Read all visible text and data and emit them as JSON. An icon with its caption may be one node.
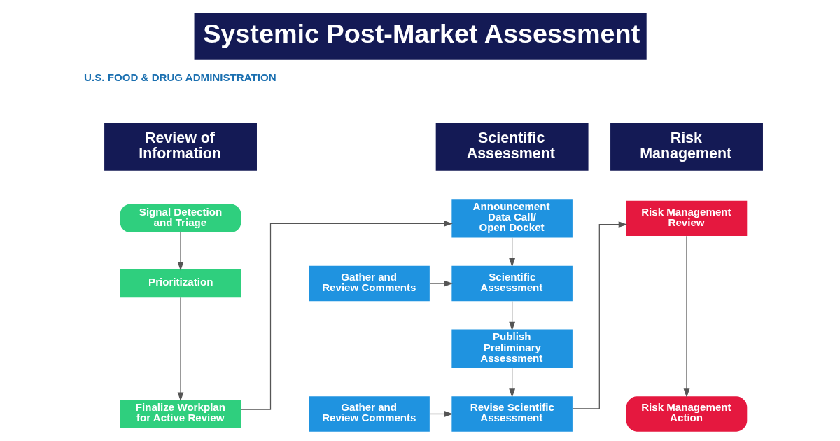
{
  "diagram": {
    "title": "Systemic Post-Market Assessment",
    "nodes": [
      {
        "text": [
          "Review of Information"
        ]
      },
      {
        "text": [
          "Scientific Assessment"
        ]
      },
      {
        "text": [
          "Risk Management"
        ]
      },
      {
        "text": [
          "Signal Detection and Triage"
        ]
      },
      {
        "text": [
          "Prioritization"
        ]
      },
      {
        "text": [
          "Finalize Workplan for Active Review"
        ]
      },
      {
        "text": [
          "Announcement Data Call/ Open Docket"
        ]
      },
      {
        "text": [
          "Gather and Review Comments"
        ]
      },
      {
        "text": [
          "Scientific Assessment"
        ]
      },
      {
        "text": [
          "Publish Preliminary Assessment"
        ]
      },
      {
        "text": [
          "Gather and Review Comments"
        ]
      },
      {
        "text": [
          "Revise Scientific Assessment"
        ]
      },
      {
        "text": [
          "Risk Management Review"
        ]
      },
      {
        "text": [
          "Risk Management Action"
        ]
      }
    ],
    "edges": [
      {
        "from": 3,
        "to": 4,
        "arrow": "to"
      },
      {
        "from": 4,
        "to": 5,
        "arrow": "to"
      },
      {
        "from": 5,
        "to": 6,
        "arrow": "to"
      },
      {
        "from": 6,
        "to": 8,
        "arrow": "to"
      },
      {
        "from": 7,
        "to": 8,
        "arrow": "to"
      },
      {
        "from": 8,
        "to": 9,
        "arrow": "to"
      },
      {
        "from": 9,
        "to": 11,
        "arrow": "to"
      },
      {
        "from": 10,
        "to": 11,
        "arrow": "to"
      },
      {
        "from": 11,
        "to": 12,
        "arrow": "to"
      },
      {
        "from": 12,
        "to": 13,
        "arrow": "to"
      }
    ],
    "labels": [
      "U.S. FOOD & DRUG ADMINISTRATION"
    ]
  }
}
